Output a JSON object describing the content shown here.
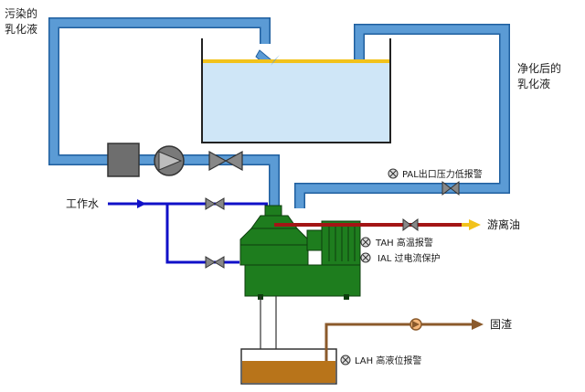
{
  "labels": {
    "polluted_l1": "污染的",
    "polluted_l2": "乳化液",
    "purified_l1": "净化后的",
    "purified_l2": "乳化液",
    "working_water": "工作水",
    "free_oil": "游离油",
    "solid_residue": "固渣"
  },
  "alarms": {
    "pal": "PAL出口压力低报警",
    "tah": "TAH 高温报警",
    "ial": "IAL 过电流保护",
    "lah": "LAH 高液位报警"
  },
  "colors": {
    "emulsion_pipe": "#5b9bd5",
    "water_line": "#1010c8",
    "oil_line": "#a31515",
    "oil_arrow": "#f2c21b",
    "residue_line": "#8b5a2b",
    "centrifuge": "#1e7d1e",
    "tank_fill": "#cfe6f7",
    "oil_film": "#f2c21b",
    "sludge": "#b8741a"
  },
  "icons": [
    "filter-icon",
    "pump-icon",
    "valve-icon",
    "indicator-icon",
    "arrow-icon"
  ]
}
